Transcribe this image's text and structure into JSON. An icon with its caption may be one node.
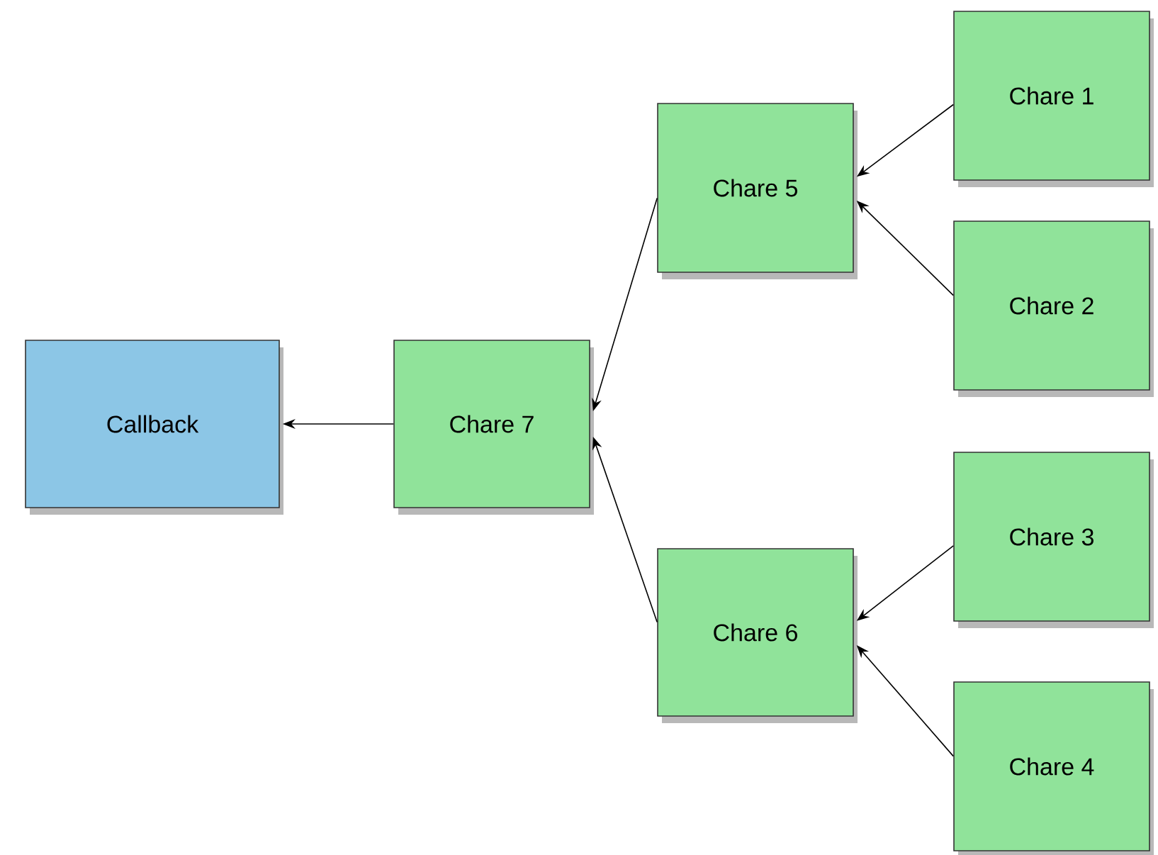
{
  "diagram": {
    "nodes": [
      {
        "text": [
          "Callback"
        ]
      },
      {
        "text": [
          "Chare 7"
        ]
      },
      {
        "text": [
          "Chare 5"
        ]
      },
      {
        "text": [
          "Chare 6"
        ]
      },
      {
        "text": [
          "Chare 1"
        ]
      },
      {
        "text": [
          "Chare 2"
        ]
      },
      {
        "text": [
          "Chare 3"
        ]
      },
      {
        "text": [
          "Chare 4"
        ]
      }
    ],
    "edges": [
      {
        "from": 4,
        "to": 2,
        "arrow": "to"
      },
      {
        "from": 5,
        "to": 2,
        "arrow": "to"
      },
      {
        "from": 6,
        "to": 3,
        "arrow": "to"
      },
      {
        "from": 7,
        "to": 3,
        "arrow": "to"
      },
      {
        "from": 2,
        "to": 1,
        "arrow": "to"
      },
      {
        "from": 3,
        "to": 1,
        "arrow": "to"
      },
      {
        "from": 1,
        "to": 0,
        "arrow": "to"
      }
    ]
  }
}
